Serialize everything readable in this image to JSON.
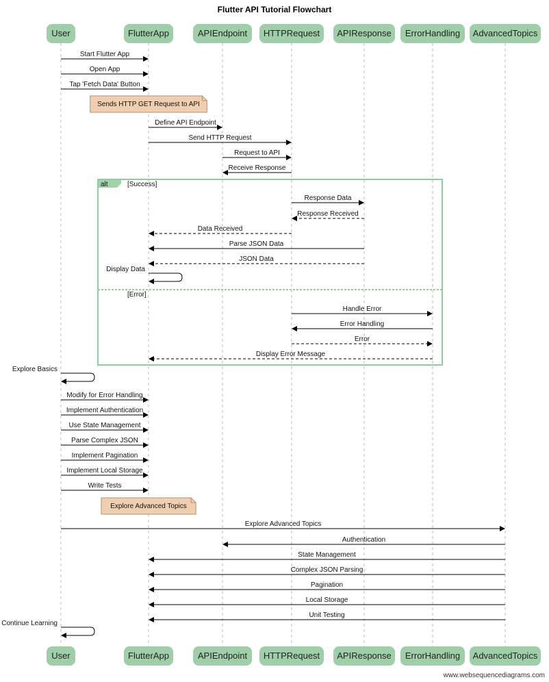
{
  "title": "Flutter API Tutorial Flowchart",
  "footer": "www.websequencediagrams.com",
  "colors": {
    "actor_fill": "#9fcfa8",
    "frame_stroke": "#8ccf9a",
    "frame_tab_fill": "#9fd4a8",
    "note_fill": "#efcfb0",
    "note_stroke": "#b09070",
    "line": "#000000",
    "lifeline": "#bbbbbb"
  },
  "actors": [
    {
      "id": "user",
      "label": "User"
    },
    {
      "id": "app",
      "label": "FlutterApp"
    },
    {
      "id": "endpoint",
      "label": "APIEndpoint"
    },
    {
      "id": "http",
      "label": "HTTPRequest"
    },
    {
      "id": "response",
      "label": "APIResponse"
    },
    {
      "id": "error",
      "label": "ErrorHandling"
    },
    {
      "id": "advanced",
      "label": "AdvancedTopics"
    }
  ],
  "events": [
    {
      "kind": "msg",
      "from": "user",
      "to": "app",
      "label": "Start Flutter App",
      "dashed": false
    },
    {
      "kind": "msg",
      "from": "user",
      "to": "app",
      "label": "Open App",
      "dashed": false
    },
    {
      "kind": "msg",
      "from": "user",
      "to": "app",
      "label": "Tap 'Fetch Data' Button",
      "dashed": false
    },
    {
      "kind": "note",
      "over": "app",
      "label": "Sends HTTP GET Request to API"
    },
    {
      "kind": "msg",
      "from": "app",
      "to": "endpoint",
      "label": "Define API Endpoint",
      "dashed": false
    },
    {
      "kind": "msg",
      "from": "app",
      "to": "http",
      "label": "Send HTTP Request",
      "dashed": false
    },
    {
      "kind": "msg",
      "from": "endpoint",
      "to": "http",
      "label": "Request to API",
      "dashed": false
    },
    {
      "kind": "msg",
      "from": "http",
      "to": "endpoint",
      "label": "Receive Response",
      "dashed": false
    },
    {
      "kind": "alt_start",
      "tag": "alt",
      "condition": "[Success]"
    },
    {
      "kind": "msg",
      "from": "http",
      "to": "response",
      "label": "Response Data",
      "dashed": false
    },
    {
      "kind": "msg",
      "from": "response",
      "to": "http",
      "label": "Response Received",
      "dashed": true
    },
    {
      "kind": "msg",
      "from": "http",
      "to": "app",
      "label": "Data Received",
      "dashed": true
    },
    {
      "kind": "msg",
      "from": "response",
      "to": "app",
      "label": "Parse JSON Data",
      "dashed": false
    },
    {
      "kind": "msg",
      "from": "response",
      "to": "app",
      "label": "JSON Data",
      "dashed": true
    },
    {
      "kind": "self",
      "actor": "app",
      "label": "Display Data"
    },
    {
      "kind": "alt_else",
      "condition": "[Error]"
    },
    {
      "kind": "msg",
      "from": "http",
      "to": "error",
      "label": "Handle Error",
      "dashed": false
    },
    {
      "kind": "msg",
      "from": "error",
      "to": "http",
      "label": "Error Handling",
      "dashed": false
    },
    {
      "kind": "msg",
      "from": "http",
      "to": "error",
      "label": "Error",
      "dashed": true
    },
    {
      "kind": "msg",
      "from": "error",
      "to": "app",
      "label": "Display Error Message",
      "dashed": true
    },
    {
      "kind": "alt_end"
    },
    {
      "kind": "self",
      "actor": "user",
      "label": "Explore Basics"
    },
    {
      "kind": "msg",
      "from": "user",
      "to": "app",
      "label": "Modify for Error Handling",
      "dashed": false
    },
    {
      "kind": "msg",
      "from": "user",
      "to": "app",
      "label": "Implement Authentication",
      "dashed": false
    },
    {
      "kind": "msg",
      "from": "user",
      "to": "app",
      "label": "Use State Management",
      "dashed": false
    },
    {
      "kind": "msg",
      "from": "user",
      "to": "app",
      "label": "Parse Complex JSON",
      "dashed": false
    },
    {
      "kind": "msg",
      "from": "user",
      "to": "app",
      "label": "Implement Pagination",
      "dashed": false
    },
    {
      "kind": "msg",
      "from": "user",
      "to": "app",
      "label": "Implement Local Storage",
      "dashed": false
    },
    {
      "kind": "msg",
      "from": "user",
      "to": "app",
      "label": "Write Tests",
      "dashed": false
    },
    {
      "kind": "note",
      "over": "app",
      "label": "Explore Advanced Topics"
    },
    {
      "kind": "msg",
      "from": "user",
      "to": "advanced",
      "label": "Explore Advanced Topics",
      "dashed": false
    },
    {
      "kind": "msg",
      "from": "advanced",
      "to": "endpoint",
      "label": "Authentication",
      "dashed": false
    },
    {
      "kind": "msg",
      "from": "advanced",
      "to": "app",
      "label": "State Management",
      "dashed": false
    },
    {
      "kind": "msg",
      "from": "advanced",
      "to": "app",
      "label": "Complex JSON Parsing",
      "dashed": false
    },
    {
      "kind": "msg",
      "from": "advanced",
      "to": "app",
      "label": "Pagination",
      "dashed": false
    },
    {
      "kind": "msg",
      "from": "advanced",
      "to": "app",
      "label": "Local Storage",
      "dashed": false
    },
    {
      "kind": "msg",
      "from": "advanced",
      "to": "app",
      "label": "Unit Testing",
      "dashed": false
    },
    {
      "kind": "self",
      "actor": "user",
      "label": "Continue Learning"
    }
  ]
}
